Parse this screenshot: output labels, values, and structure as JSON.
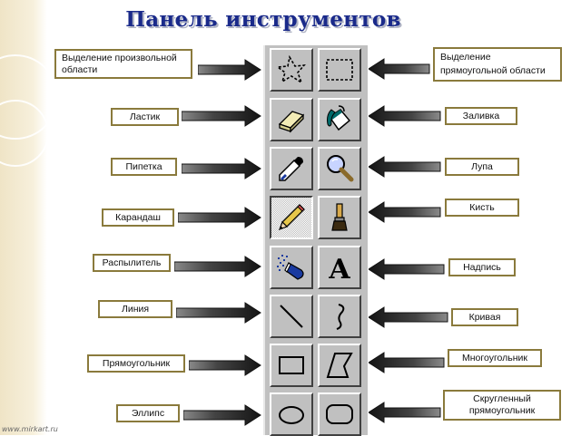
{
  "title": "Панель инструментов",
  "labels": {
    "free_select": "Выделение произвольной области",
    "rect_select": "Выделение прямоугольной области",
    "eraser": "Ластик",
    "fill": "Заливка",
    "picker": "Пипетка",
    "magnifier": "Лупа",
    "brush": "Кисть",
    "pencil": "Карандаш",
    "airbrush": "Распылитель",
    "text": "Надпись",
    "line": "Линия",
    "curve": "Кривая",
    "polygon": "Многоугольник",
    "rectangle": "Прямоугольник",
    "rounded_rect": "Скругленный прямоугольник",
    "ellipse": "Эллипс"
  },
  "text_tool_glyph": "A",
  "watermark": "www.mirkart.ru",
  "colors": {
    "title": "#1a2a8a",
    "label_border": "#8a7a3c",
    "toolbox_bg": "#c0c0c0",
    "arrow_dark": "#1e1e1e",
    "arrow_light": "#7a7a7a"
  }
}
